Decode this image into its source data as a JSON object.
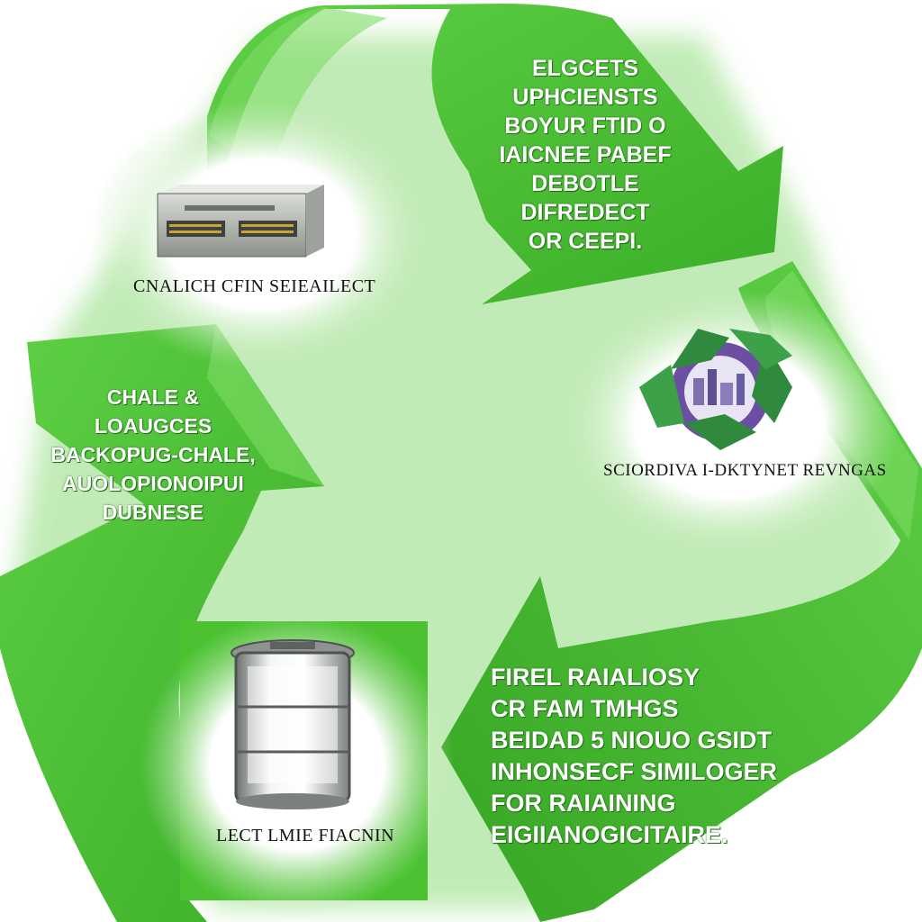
{
  "colors": {
    "arrow_fill": "#4cc232",
    "arrow_dark": "#2f9a21",
    "arrow_light": "#8ee07a",
    "glow": "#dff5da",
    "text_on_green": "#ffffff",
    "caption_text": "#111111"
  },
  "arrows": {
    "top_right": {
      "lines": [
        "ELGCETS",
        "UPHCIENSTS",
        "BOYUR FTID O",
        "IAICNEE PABEF",
        "DEBOTLE",
        "DIFREDECT",
        "OR CEEPI."
      ]
    },
    "left": {
      "lines": [
        "CHALE &",
        "LOAUGCES",
        "BACKOPUG-CHALE,",
        "AUOLOPIONOIPUI",
        "DUBNESE"
      ]
    },
    "bottom_right": {
      "lines": [
        "FIREL RAIALIOSY",
        "CR FAM TMHGS",
        "BEIDAD 5 NIOUO GSIDT",
        "INHONSECF SIMILOGER",
        "FOR RAIAINING",
        "EIGIIANOGICITAIRE."
      ]
    }
  },
  "panels": {
    "server": {
      "caption": "CNALICH CFIN SEIEAILECT",
      "icon": "server-appliance-icon"
    },
    "globe": {
      "caption": "SCIORDIVA I-DKTYNET REVNGAS",
      "icon": "recycle-globe-icon"
    },
    "canister": {
      "caption": "LECT LMIE FIACNIN",
      "icon": "glass-canister-icon"
    }
  }
}
